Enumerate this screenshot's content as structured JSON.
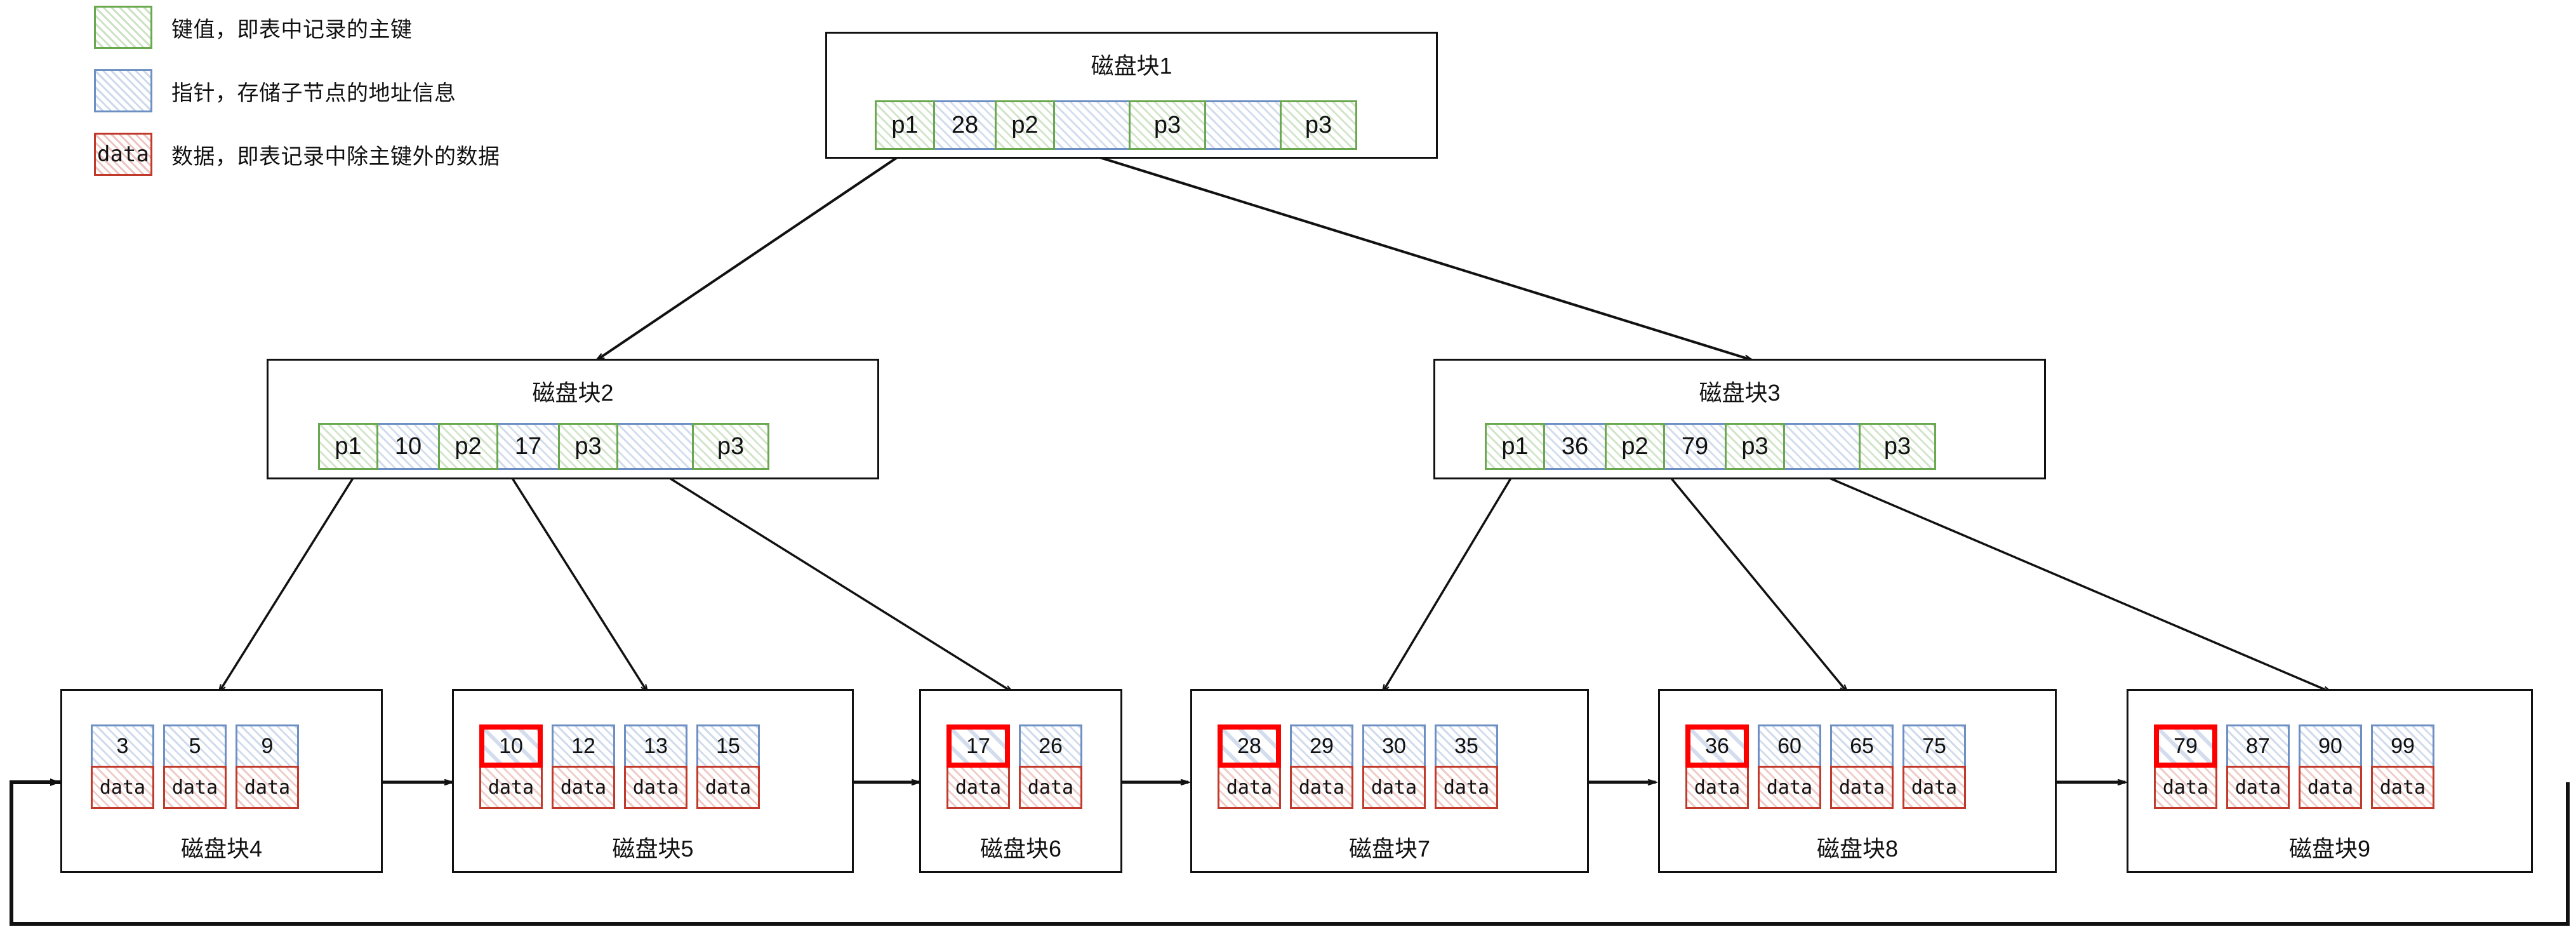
{
  "legend": {
    "items": [
      {
        "icon": "key-swatch",
        "label": "键值，即表中记录的主键"
      },
      {
        "icon": "pointer-swatch",
        "label": "指针，存储子节点的地址信息"
      },
      {
        "icon": "data-swatch",
        "label": "数据，即表记录中除主键外的数据",
        "swatch_text": "data"
      }
    ]
  },
  "colors": {
    "key_green": "#6aa84f",
    "pointer_blue": "#6d8fc4",
    "data_red": "#c0392b",
    "highlight_red": "#ff0000",
    "stroke_black": "#111111"
  },
  "internal_nodes": [
    {
      "id": "block1",
      "title": "磁盘块1",
      "cells": [
        {
          "text": "p1",
          "type": "key"
        },
        {
          "text": "28",
          "type": "pointer"
        },
        {
          "text": "p2",
          "type": "key"
        },
        {
          "text": "",
          "type": "pointer"
        },
        {
          "text": "p3",
          "type": "key"
        },
        {
          "text": "",
          "type": "pointer"
        },
        {
          "text": "p3",
          "type": "key"
        }
      ]
    },
    {
      "id": "block2",
      "title": "磁盘块2",
      "cells": [
        {
          "text": "p1",
          "type": "key"
        },
        {
          "text": "10",
          "type": "pointer"
        },
        {
          "text": "p2",
          "type": "key"
        },
        {
          "text": "17",
          "type": "pointer"
        },
        {
          "text": "p3",
          "type": "key"
        },
        {
          "text": "",
          "type": "pointer"
        },
        {
          "text": "p3",
          "type": "key"
        }
      ]
    },
    {
      "id": "block3",
      "title": "磁盘块3",
      "cells": [
        {
          "text": "p1",
          "type": "key"
        },
        {
          "text": "36",
          "type": "pointer"
        },
        {
          "text": "p2",
          "type": "key"
        },
        {
          "text": "79",
          "type": "pointer"
        },
        {
          "text": "p3",
          "type": "key"
        },
        {
          "text": "",
          "type": "pointer"
        },
        {
          "text": "p3",
          "type": "key"
        }
      ]
    }
  ],
  "leaf_nodes": [
    {
      "id": "block4",
      "title": "磁盘块4",
      "records": [
        {
          "key": "3",
          "data": "data",
          "highlighted": false
        },
        {
          "key": "5",
          "data": "data",
          "highlighted": false
        },
        {
          "key": "9",
          "data": "data",
          "highlighted": false
        }
      ]
    },
    {
      "id": "block5",
      "title": "磁盘块5",
      "records": [
        {
          "key": "10",
          "data": "data",
          "highlighted": true
        },
        {
          "key": "12",
          "data": "data",
          "highlighted": false
        },
        {
          "key": "13",
          "data": "data",
          "highlighted": false
        },
        {
          "key": "15",
          "data": "data",
          "highlighted": false
        }
      ]
    },
    {
      "id": "block6",
      "title": "磁盘块6",
      "records": [
        {
          "key": "17",
          "data": "data",
          "highlighted": true
        },
        {
          "key": "26",
          "data": "data",
          "highlighted": false
        }
      ]
    },
    {
      "id": "block7",
      "title": "磁盘块7",
      "records": [
        {
          "key": "28",
          "data": "data",
          "highlighted": true
        },
        {
          "key": "29",
          "data": "data",
          "highlighted": false
        },
        {
          "key": "30",
          "data": "data",
          "highlighted": false
        },
        {
          "key": "35",
          "data": "data",
          "highlighted": false
        }
      ]
    },
    {
      "id": "block8",
      "title": "磁盘块8",
      "records": [
        {
          "key": "36",
          "data": "data",
          "highlighted": true
        },
        {
          "key": "60",
          "data": "data",
          "highlighted": false
        },
        {
          "key": "65",
          "data": "data",
          "highlighted": false
        },
        {
          "key": "75",
          "data": "data",
          "highlighted": false
        }
      ]
    },
    {
      "id": "block9",
      "title": "磁盘块9",
      "records": [
        {
          "key": "79",
          "data": "data",
          "highlighted": true
        },
        {
          "key": "87",
          "data": "data",
          "highlighted": false
        },
        {
          "key": "90",
          "data": "data",
          "highlighted": false
        },
        {
          "key": "99",
          "data": "data",
          "highlighted": false
        }
      ]
    }
  ],
  "edges": [
    {
      "from": "block1.p1",
      "to": "block2"
    },
    {
      "from": "block1.p2",
      "to": "block3"
    },
    {
      "from": "block2.p1",
      "to": "block4"
    },
    {
      "from": "block2.p2",
      "to": "block5"
    },
    {
      "from": "block2.p3",
      "to": "block6"
    },
    {
      "from": "block3.p1",
      "to": "block7"
    },
    {
      "from": "block3.p2",
      "to": "block8"
    },
    {
      "from": "block3.p3",
      "to": "block9"
    }
  ],
  "leaf_links": [
    {
      "between": [
        "block4",
        "block5"
      ],
      "kind": "bidirectional"
    },
    {
      "between": [
        "block5",
        "block6"
      ],
      "kind": "bidirectional"
    },
    {
      "between": [
        "block6",
        "block7"
      ],
      "kind": "bidirectional"
    },
    {
      "between": [
        "block7",
        "block8"
      ],
      "kind": "bidirectional"
    },
    {
      "between": [
        "block8",
        "block9"
      ],
      "kind": "bidirectional"
    },
    {
      "between": [
        "block9",
        "block4"
      ],
      "kind": "wrap-around"
    }
  ]
}
